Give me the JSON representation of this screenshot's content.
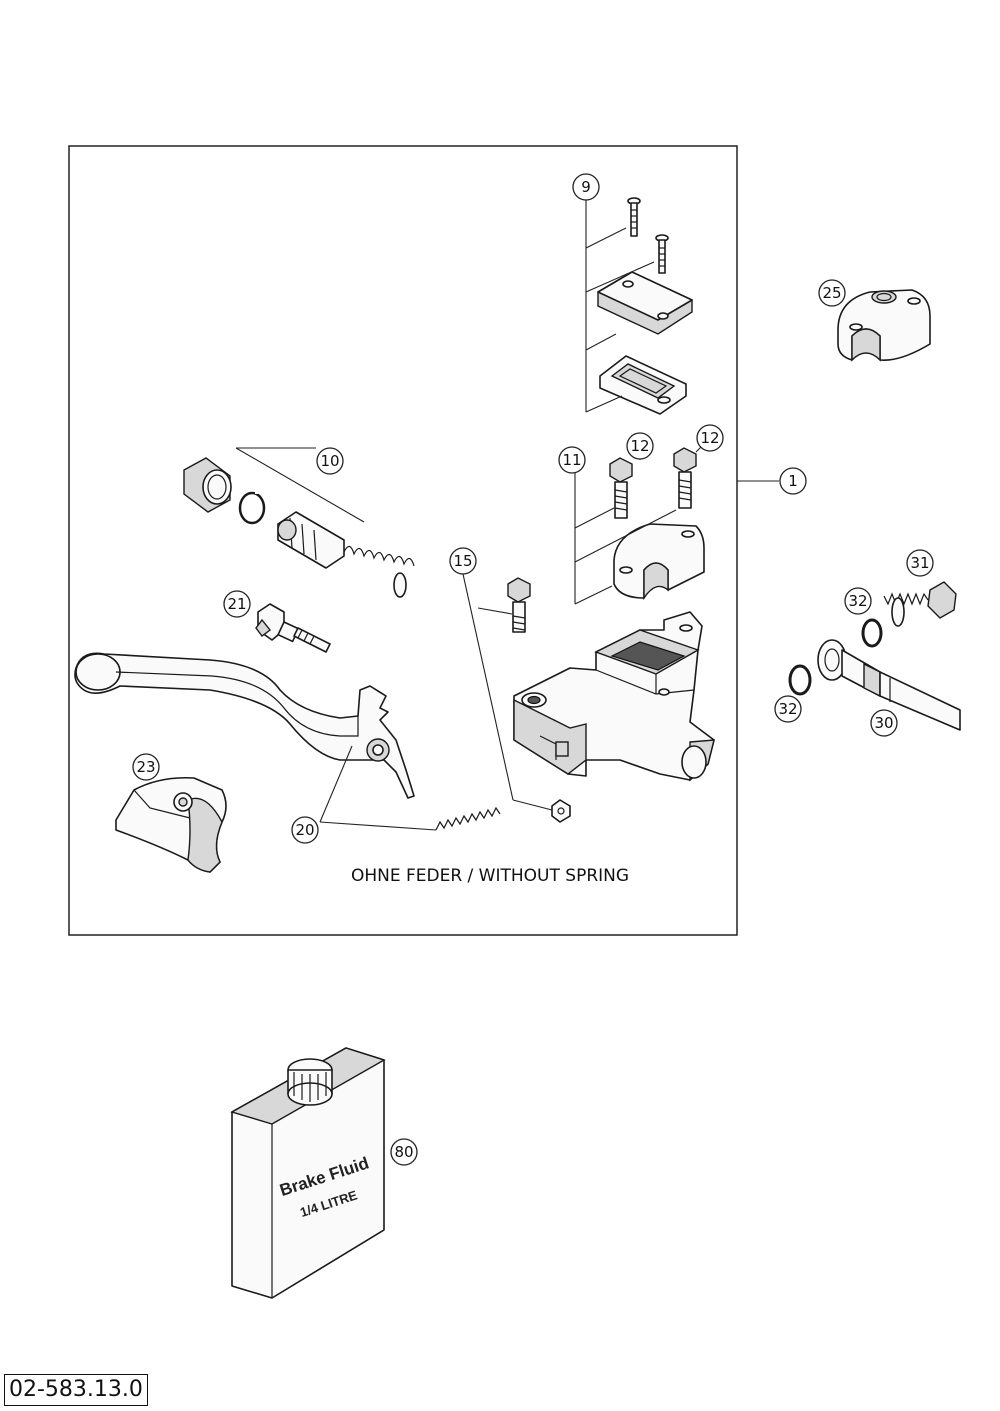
{
  "caption": "OHNE FEDER / WITHOUT SPRING",
  "document_number": "02-583.13.0",
  "fluid_label": {
    "line1": "Brake Fluid",
    "line2": "1/4 LITRE"
  },
  "callouts": {
    "c1": "1",
    "c9": "9",
    "c10": "10",
    "c11": "11",
    "c12a": "12",
    "c12b": "12",
    "c15": "15",
    "c20": "20",
    "c21": "21",
    "c23": "23",
    "c25": "25",
    "c30": "30",
    "c31": "31",
    "c32a": "32",
    "c32b": "32",
    "c80": "80"
  }
}
